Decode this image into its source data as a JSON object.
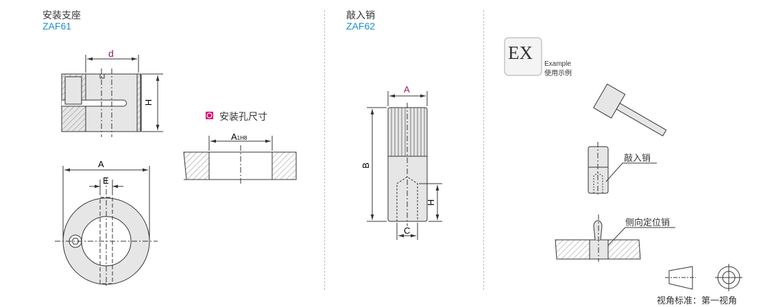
{
  "sections": [
    {
      "title": "安装支座",
      "code": "ZAF61"
    },
    {
      "title": "敲入销",
      "code": "ZAF62"
    }
  ],
  "zaf61": {
    "dim_d": "d",
    "dim_h": "H",
    "dim_a": "A",
    "dim_e": "E",
    "hole_title": "安装孔尺寸",
    "dim_a1": "A",
    "dim_a1_sub": "1H8"
  },
  "zaf62": {
    "dim_a": "A",
    "dim_b": "B",
    "dim_h": "H",
    "dim_c": "C"
  },
  "example": {
    "badge": "EX",
    "label_en": "Example",
    "label_cn": "使用示例",
    "callout_1": "敲入销",
    "callout_2": "侧向定位销",
    "projection": "视角标准：第一视角"
  },
  "colors": {
    "code": "#1a8fd0",
    "dim": "#8b1a6b",
    "marker": "#e0006e",
    "fill": "#e6e6e6"
  }
}
